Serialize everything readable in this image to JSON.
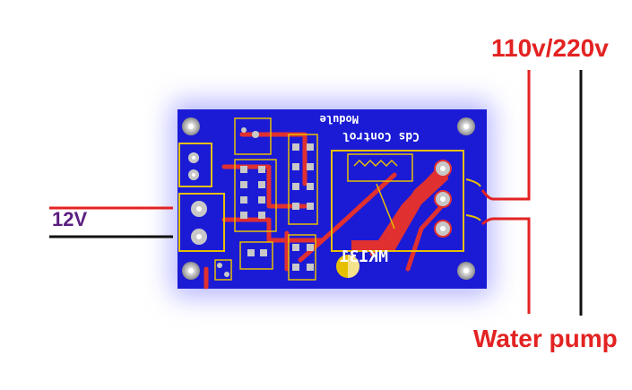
{
  "labels": {
    "mains_voltage": "110v/220v",
    "load": "Water pump",
    "supply_voltage": "12V"
  },
  "board": {
    "title_mirrored": "Cds Control",
    "subtitle_mirrored": "Module",
    "model_mirrored": "MK131"
  },
  "colors": {
    "label_red": "#e32222",
    "label_purple": "#5b1f80",
    "board_blue": "#1b1bd6",
    "board_glow": "#b9b9ff",
    "trace_red": "#e03030",
    "silkscreen_yellow": "#e6c000",
    "wire_black": "#111111",
    "hole_gray": "#c8c8c8"
  }
}
